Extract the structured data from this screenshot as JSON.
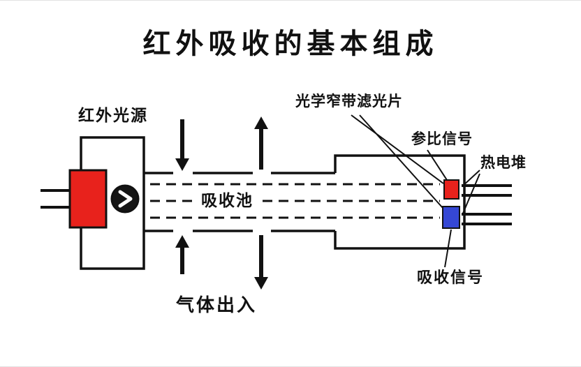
{
  "title": "红外吸收的基本组成",
  "diagram": {
    "ir_source_label": "红外光源",
    "absorption_cell_label": "吸收池",
    "gas_inout_label": "气体出入",
    "optical_filter_label": "光学窄带滤光片",
    "reference_signal_label": "参比信号",
    "thermopile_label": "热电堆",
    "absorption_signal_label": "吸收信号"
  },
  "colors": {
    "red": "#e8221c",
    "blue": "#3547d4",
    "ink": "#111111",
    "background": "#ffffff"
  }
}
